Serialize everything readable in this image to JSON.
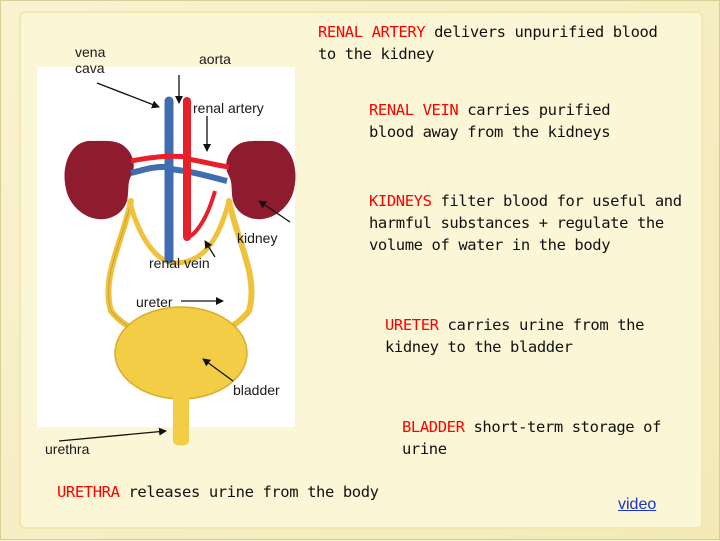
{
  "labels": {
    "vena_cava": "vena\ncava",
    "aorta": "aorta",
    "renal_artery": "renal artery",
    "kidney": "kidney",
    "renal_vein": "renal vein",
    "ureter": "ureter",
    "bladder": "bladder",
    "urethra": "urethra"
  },
  "descriptions": {
    "renal_artery": {
      "term": "RENAL ARTERY",
      "text": " delivers unpurified blood to the kidney"
    },
    "renal_vein": {
      "term": "RENAL VEIN",
      "text": " carries purified blood away from the kidneys"
    },
    "kidneys": {
      "term": "KIDNEYS",
      "text": " filter blood for useful and harmful substances + regulate the volume of water in the body"
    },
    "ureter": {
      "term": "URETER",
      "text": " carries urine from the kidney to the bladder"
    },
    "bladder": {
      "term": "BLADDER",
      "text": " short-term storage of urine"
    },
    "urethra": {
      "term": "URETHRA",
      "text": " releases urine from the body"
    }
  },
  "video_link": "video",
  "colors": {
    "term": "#ff0000",
    "kidney": "#8e1b2e",
    "artery": "#e8202a",
    "vein": "#3f6db0",
    "ureter": "#f0c23c",
    "bladder": "#f2cd45",
    "background": "#fbf6d6",
    "link": "#1a33cc"
  }
}
